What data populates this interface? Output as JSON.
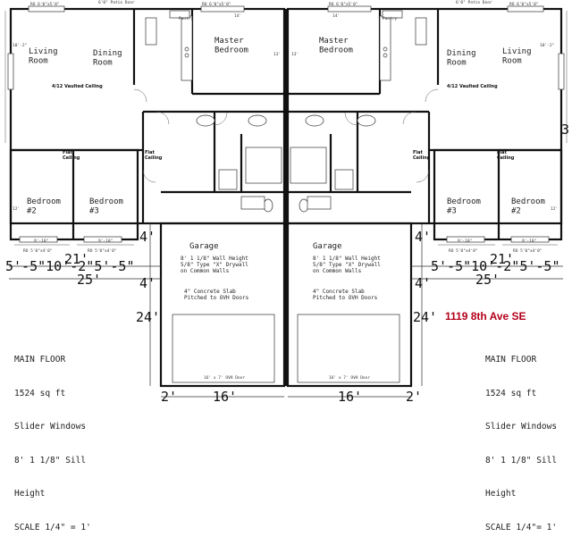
{
  "address": "1119 8th Ave SE",
  "unit_left": {
    "title": "MAIN FLOOR",
    "area": "1524 sq ft",
    "windows": "Slider Windows",
    "sill": "8' 1 1/8\" Sill",
    "height": "Height",
    "scale": "SCALE 1/4\" = 1'"
  },
  "unit_right": {
    "title": "MAIN FLOOR",
    "area": "1524 sq ft",
    "windows": "Slider Windows",
    "sill": "8' 1 1/8\" Sill",
    "height": "Height",
    "scale": "SCALE 1/4\"= 1'"
  },
  "rooms": {
    "living": "Living\nRoom",
    "dining": "Dining\nRoom",
    "master": "Master\nBedroom",
    "bedroom2": "Bedroom\n#2",
    "bedroom3": "Bedroom\n#3",
    "garage": "Garage",
    "pantry": "Pantry"
  },
  "notes": {
    "vaulted": "4/12 Vaulted Ceiling",
    "flat": "Flat\nCeiling",
    "garage_wall": "8' 1 1/8\" Wall Height\n5/8\" Type \"X\" Drywall\non Common Walls",
    "garage_slab": "4\" Concrete Slab\nPitched to OVH Doors",
    "ovh_door": "16' x 7' OVH Door"
  },
  "dimensions": {
    "overall_width": "25'",
    "inner_width": "21'",
    "bedroom_run": "5'-5\"10'-2\"5'-5\"",
    "garage_depth": "24'",
    "garage_width": "16'",
    "offset_4": "4'",
    "offset_2": "2'",
    "width_3": "3'",
    "window_top_living": "RO 6'0\"x5'0\"",
    "window_top_master": "RO 6'0\"x5'0\"",
    "window_bed": "RO 5'0\"x4'0\"",
    "bed_width": "9'-10\"",
    "living_depth": "10'-2\"",
    "bed_depth": "12'",
    "master_width": "14'",
    "master_depth": "13'",
    "patio_door": "6'0\" Patio Door"
  }
}
